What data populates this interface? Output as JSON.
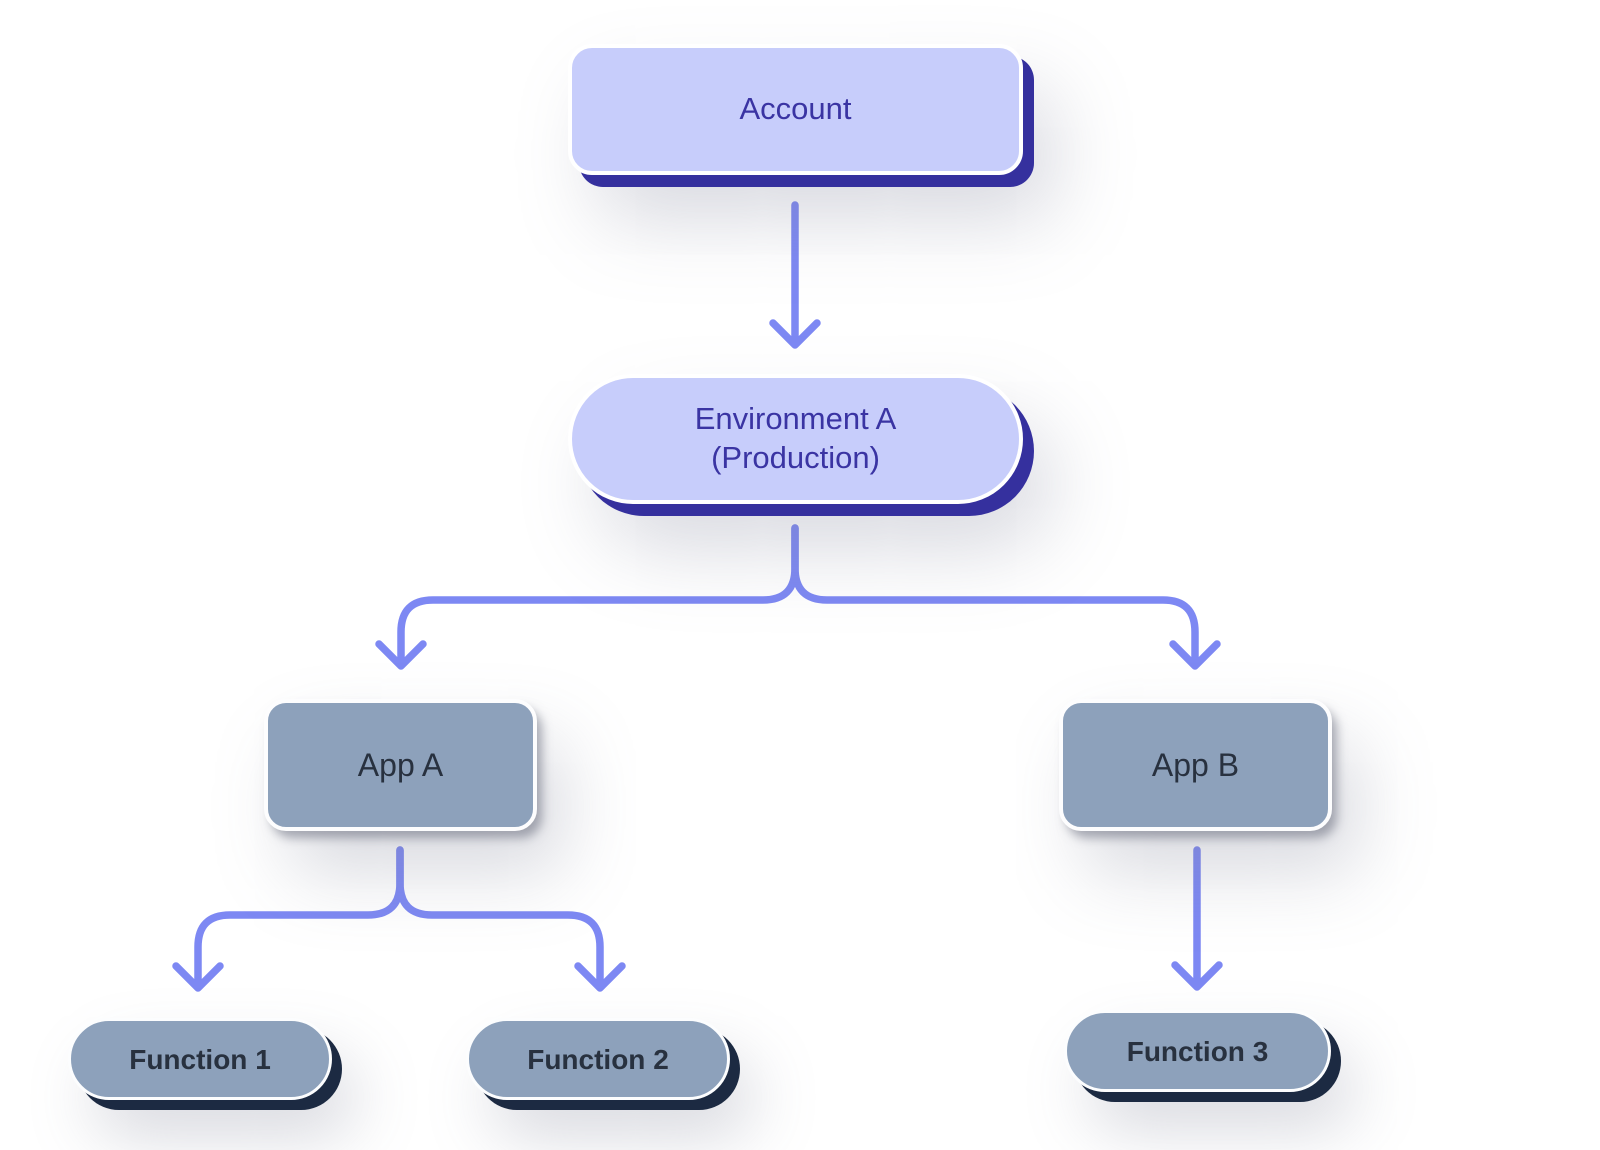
{
  "diagram": {
    "nodes": {
      "account": {
        "label": "Account"
      },
      "environment": {
        "line1": "Environment A",
        "line2": "(Production)"
      },
      "app_a": {
        "label": "App A"
      },
      "app_b": {
        "label": "App B"
      },
      "function_1": {
        "label": "Function 1"
      },
      "function_2": {
        "label": "Function 2"
      },
      "function_3": {
        "label": "Function 3"
      }
    },
    "edges": [
      {
        "from": "account",
        "to": "environment"
      },
      {
        "from": "environment",
        "to": "app_a"
      },
      {
        "from": "environment",
        "to": "app_b"
      },
      {
        "from": "app_a",
        "to": "function_1"
      },
      {
        "from": "app_a",
        "to": "function_2"
      },
      {
        "from": "app_b",
        "to": "function_3"
      }
    ],
    "colors": {
      "lavender_fill": "#c7cdfb",
      "indigo_shadow": "#35309e",
      "indigo_text": "#3a34a3",
      "slate_fill": "#8da1bb",
      "slate_text": "#28313f",
      "navy_shadow": "#1c2a42",
      "arrow": "#7d88f3"
    }
  }
}
